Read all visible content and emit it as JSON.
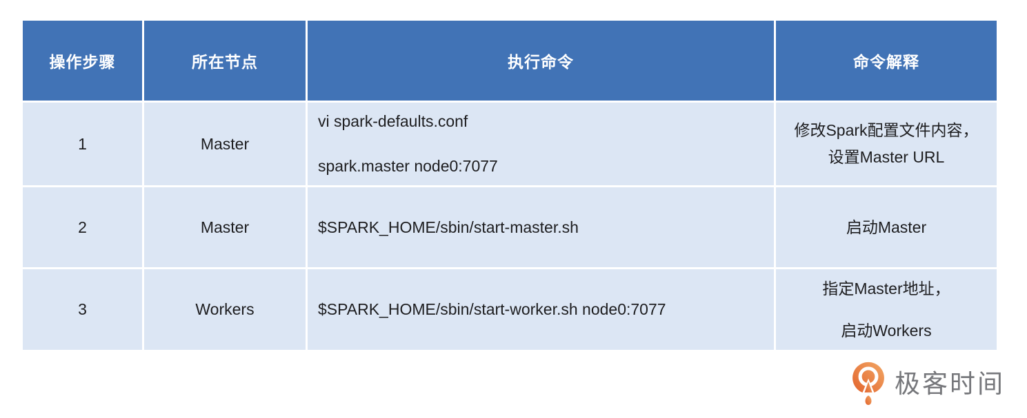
{
  "table": {
    "columns": [
      {
        "label": "操作步骤"
      },
      {
        "label": "所在节点"
      },
      {
        "label": "执行命令"
      },
      {
        "label": "命令解释"
      }
    ],
    "rows": [
      {
        "step": "1",
        "node": "Master",
        "command_lines": [
          "vi spark-defaults.conf",
          "spark.master node0:7077"
        ],
        "explanation_lines": [
          "修改Spark配置文件内容，",
          "设置Master URL"
        ]
      },
      {
        "step": "2",
        "node": "Master",
        "command_lines": [
          "$SPARK_HOME/sbin/start-master.sh"
        ],
        "explanation_lines": [
          "启动Master"
        ]
      },
      {
        "step": "3",
        "node": "Workers",
        "command_lines": [
          "$SPARK_HOME/sbin/start-worker.sh node0:7077"
        ],
        "explanation_lines": [
          "指定Master地址，",
          "启动Workers"
        ]
      }
    ]
  },
  "branding": {
    "logo_text": "极客时间",
    "logo_icon": "geektime-pin-icon"
  },
  "colors": {
    "header_bg": "#4173b6",
    "row_bg": "#dce6f4",
    "header_text": "#ffffff",
    "body_text": "#1d1d1f",
    "logo_text": "#76777b",
    "logo_orange_dark": "#e2622b",
    "logo_orange_light": "#f2a765"
  }
}
